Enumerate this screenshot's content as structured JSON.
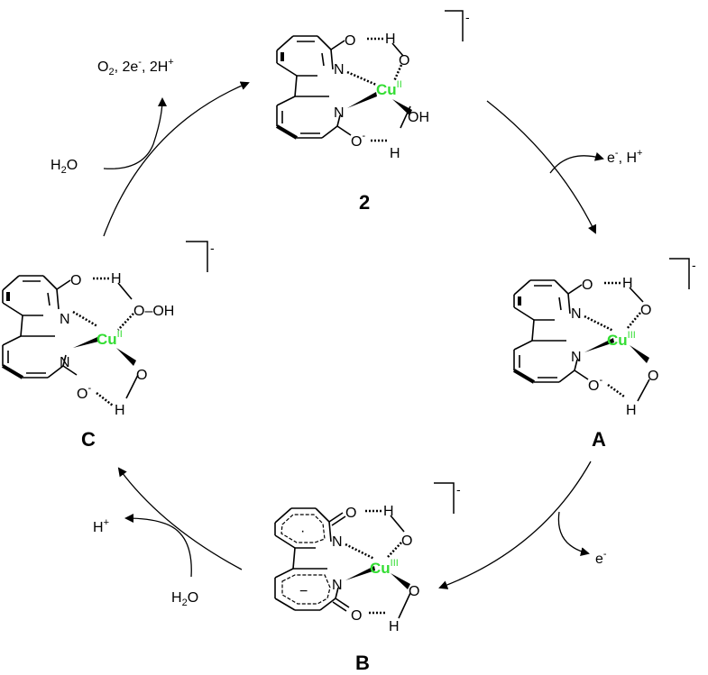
{
  "complexes": {
    "c2": {
      "label": "2",
      "charge": "-",
      "metal": "Cu",
      "ox": "II",
      "o_top": "O",
      "h_top": "H",
      "o_ligand1": "O",
      "n1": "N",
      "n2": "N",
      "oh": "OH",
      "o_bottom": "O",
      "minus": "-",
      "h_bottom": "H"
    },
    "cA": {
      "label": "A",
      "charge": "-",
      "metal": "Cu",
      "ox": "III",
      "o_top": "O",
      "h_top": "H",
      "o_ligand1": "O",
      "n1": "N",
      "n2": "N",
      "o_ligand2": "O",
      "o_bottom": "O",
      "minus": "-",
      "h_bottom": "H"
    },
    "cB": {
      "label": "B",
      "charge": "-",
      "metal": "Cu",
      "ox": "III",
      "o_top": "O",
      "h_top": "H",
      "o_ligand1": "O",
      "n1": "N",
      "n2": "N",
      "o_ligand2": "O",
      "o_bottom": "O",
      "h_bottom": "H",
      "radical": "·",
      "anion": "−"
    },
    "cC": {
      "label": "C",
      "charge": "-",
      "metal": "Cu",
      "ox": "II",
      "o_top": "O",
      "h_top": "H",
      "ooh": "O–OH",
      "n1": "N",
      "n2": "N",
      "o_ligand2": "O",
      "o_bottom": "O",
      "minus": "-",
      "h_bottom": "H"
    }
  },
  "steps": {
    "o2_release": {
      "o": "O",
      "sub2": "2",
      "e_text": ", 2e",
      "e_sup": "-",
      "h_text": ", 2H",
      "h_sup": "+"
    },
    "water_in_top": {
      "h": "H",
      "sub2": "2",
      "o": "O"
    },
    "e_h_out": {
      "e": "e",
      "e_sup": "-",
      "h_text": ", H",
      "h_sup": "+"
    },
    "e_out": {
      "e": "e",
      "e_sup": "-"
    },
    "proton_out": {
      "h": "H",
      "h_sup": "+"
    },
    "water_in_bottom": {
      "h": "H",
      "sub2": "2",
      "o": "O"
    }
  },
  "colors": {
    "copper": "#33dd33",
    "ink": "#000000"
  }
}
